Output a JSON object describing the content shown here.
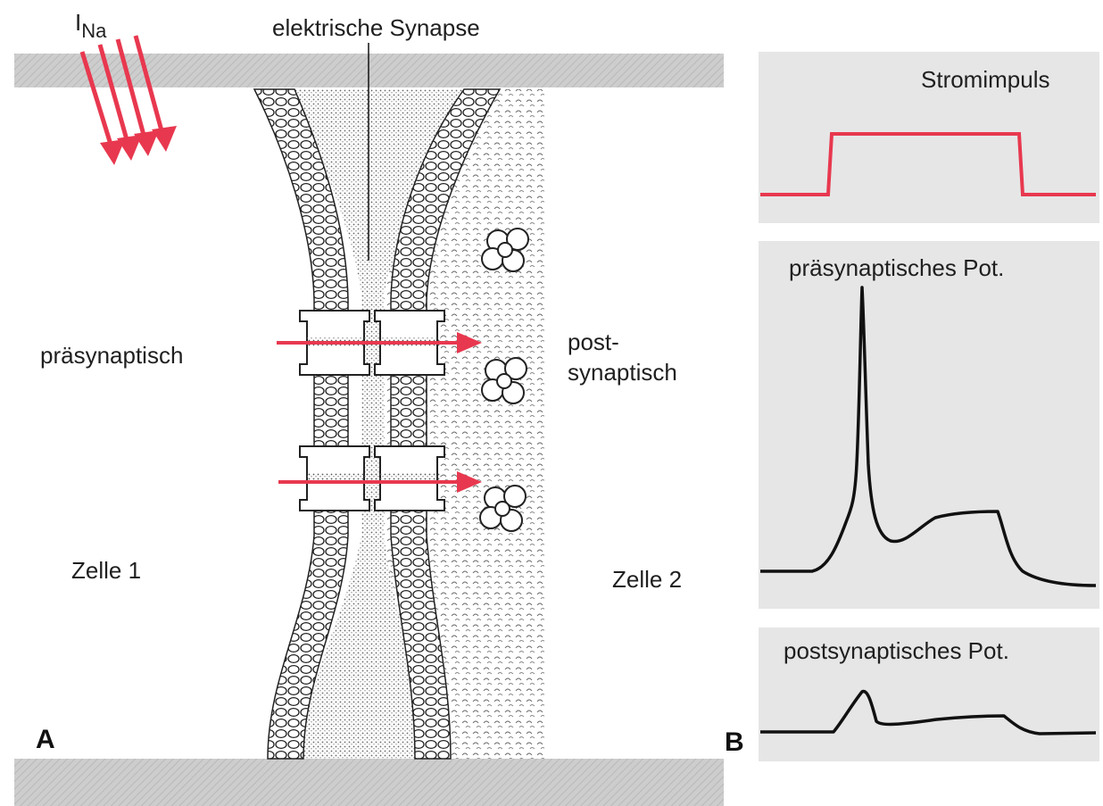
{
  "panel_a": {
    "letter": "A",
    "current_label_main": "I",
    "current_label_sub": "Na",
    "synapse_label": "elektrische Synapse",
    "pre_label": "präsynaptisch",
    "post_label_line1": "post-",
    "post_label_line2": "synaptisch",
    "cell1_label": "Zelle 1",
    "cell2_label": "Zelle 2"
  },
  "panel_b": {
    "letter": "B",
    "trace1_title": "Stromimpuls",
    "trace2_title": "präsynaptisches Pot.",
    "trace3_title": "postsynaptisches Pot."
  },
  "colors": {
    "accent_red": "#e8384f",
    "membrane_gray": "#c9c9c9",
    "panel_bg": "#e6e6e6",
    "trace_black": "#111111"
  }
}
